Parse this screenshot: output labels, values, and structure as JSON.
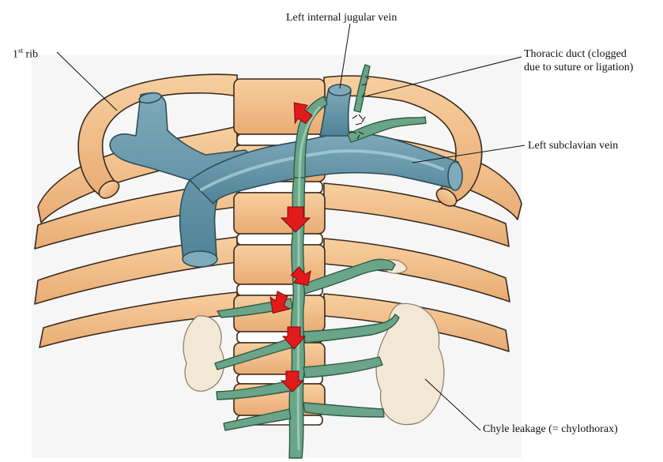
{
  "labels": {
    "jugular": "Left internal jugular vein",
    "rib_num": "1",
    "rib_sup": "st",
    "rib_word": " rib",
    "duct_line1": "Thoracic duct (clogged",
    "duct_line2": "due to suture or ligation)",
    "subclavian": "Left subclavian vein",
    "chyle": "Chyle leakage (= chylothorax)"
  },
  "colors": {
    "rib": "#f2c08e",
    "rib_outline": "#3a2a1e",
    "vein": "#5e93a6",
    "vein_light": "#8cb9c8",
    "duct": "#6aa58a",
    "duct_light": "#9cc9b0",
    "arrow": "#e11b1b",
    "chyle": "#f3e7d5",
    "vertebra_disc": "#ffffff"
  }
}
